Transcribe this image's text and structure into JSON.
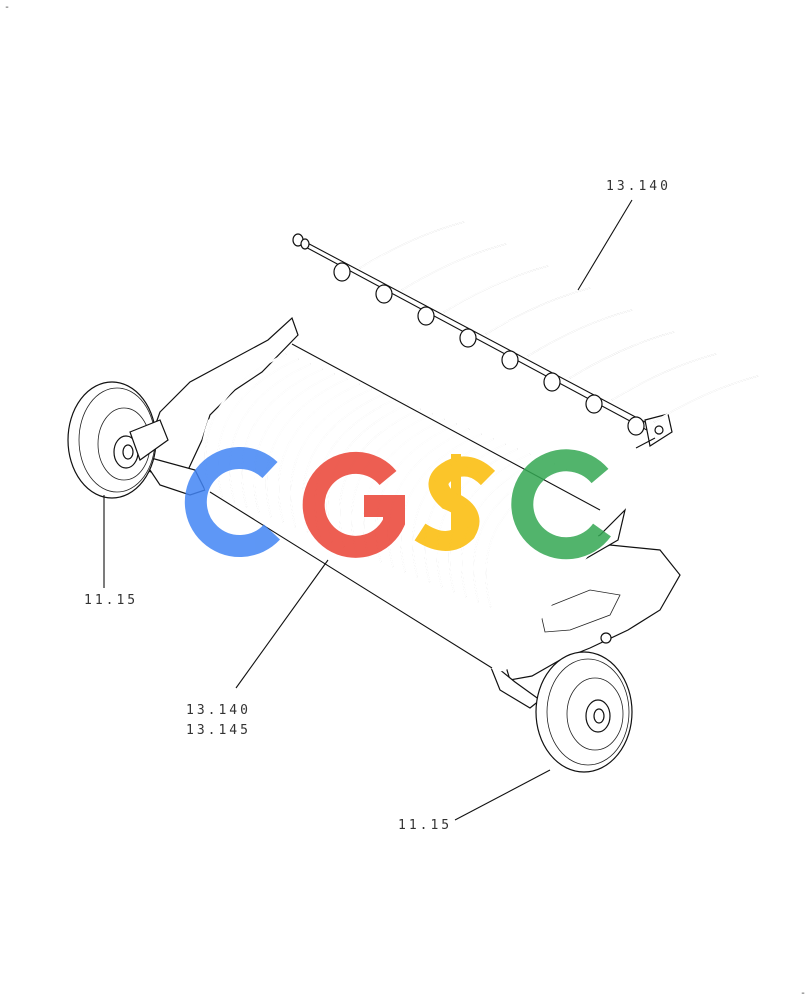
{
  "callouts": {
    "reel_top": "13.140",
    "wheel_left": "11.15",
    "drum_a": "13.140",
    "drum_b": "13.145",
    "wheel_right": "11.15"
  },
  "watermark": {
    "text": "CGSC",
    "colors": {
      "c1": "#4285F4",
      "g": "#EA4335",
      "s": "#FBBC05",
      "c2": "#34A853"
    }
  },
  "corner_marks": {
    "top_left": "-",
    "bottom_right": "-"
  }
}
